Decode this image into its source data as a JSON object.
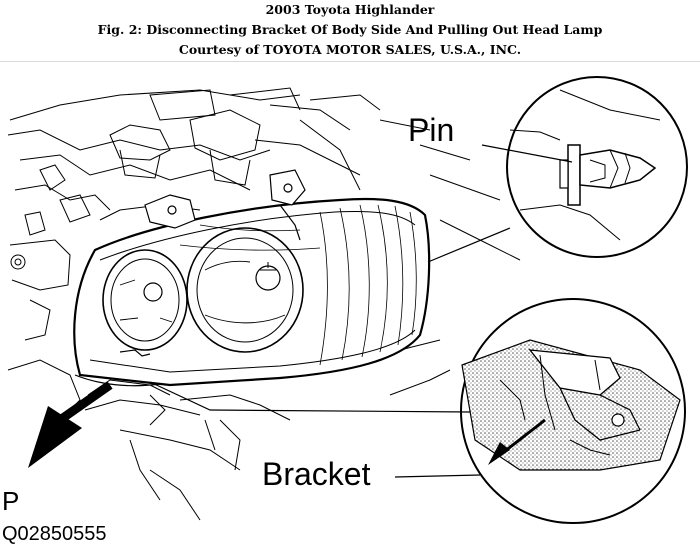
{
  "header": {
    "line1": "2003 Toyota Highlander",
    "line2": "Fig. 2: Disconnecting Bracket Of Body Side And Pulling Out Head Lamp",
    "line3": "Courtesy of TOYOTA MOTOR SALES, U.S.A., INC."
  },
  "figure": {
    "callout_pin": "Pin",
    "callout_bracket": "Bracket",
    "corner_letter": "P",
    "figure_code": "Q02850555"
  }
}
